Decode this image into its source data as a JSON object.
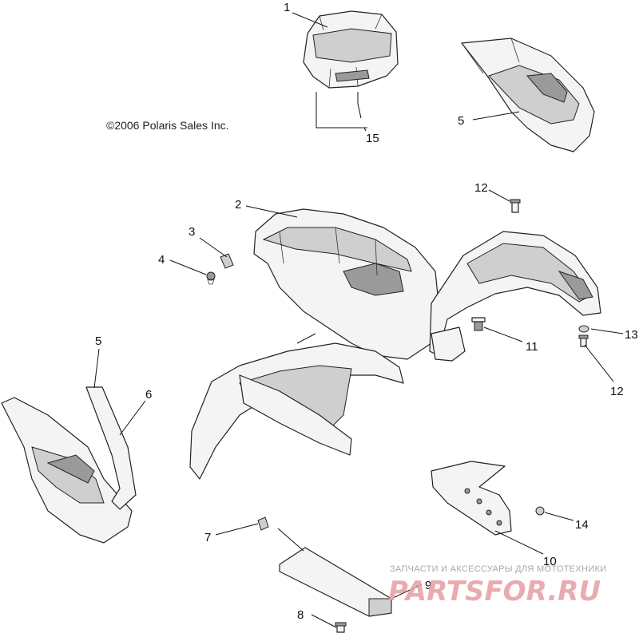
{
  "copyright": "©2006 Polaris Sales Inc.",
  "callouts": [
    {
      "id": "c1",
      "label": "1"
    },
    {
      "id": "c15",
      "label": "15"
    },
    {
      "id": "c5a",
      "label": "5"
    },
    {
      "id": "c12a",
      "label": "12"
    },
    {
      "id": "c2",
      "label": "2"
    },
    {
      "id": "c3",
      "label": "3"
    },
    {
      "id": "c4",
      "label": "4"
    },
    {
      "id": "c11",
      "label": "11"
    },
    {
      "id": "c13",
      "label": "13"
    },
    {
      "id": "c12b",
      "label": "12"
    },
    {
      "id": "c5b",
      "label": "5"
    },
    {
      "id": "c6",
      "label": "6"
    },
    {
      "id": "c7",
      "label": "7"
    },
    {
      "id": "c14",
      "label": "14"
    },
    {
      "id": "c10",
      "label": "10"
    },
    {
      "id": "c9",
      "label": "9"
    },
    {
      "id": "c8",
      "label": "8"
    }
  ],
  "watermark": {
    "tagline": "ЗАПЧАСТИ И АКСЕССУАРЫ ДЛЯ МОТОТЕХНИКИ",
    "brand": "PARTSFOR.RU"
  }
}
